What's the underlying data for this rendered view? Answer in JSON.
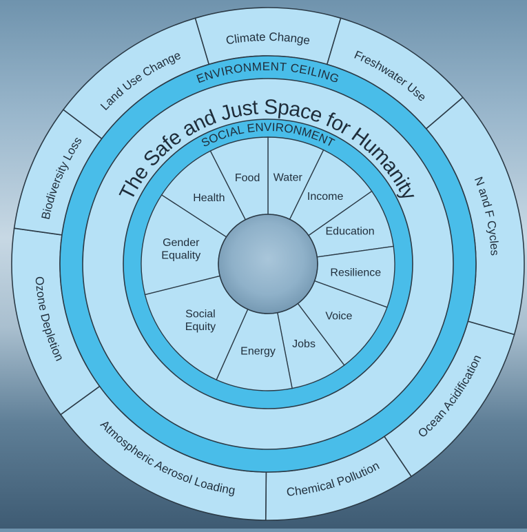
{
  "outer_ring": {
    "segments": [
      {
        "label": "Climate Change",
        "icon": "",
        "start": -16.5,
        "end": 16.5
      },
      {
        "label": "Freshwater Use",
        "icon": "",
        "start": 16.5,
        "end": 49.5
      },
      {
        "label": "N and F Cycles",
        "icon": "",
        "start": 49.5,
        "end": 106
      },
      {
        "label": "Ocean Acidification",
        "icon": "",
        "start": 106,
        "end": 146
      },
      {
        "label": "Chemical Pollution",
        "icon": "",
        "start": 146,
        "end": 180.5
      },
      {
        "label": "Atmospheric Aerosol Loading",
        "icon": "",
        "start": 180.5,
        "end": 234
      },
      {
        "label": "Ozone Depletion",
        "icon": "",
        "start": 234,
        "end": 278
      },
      {
        "label": "Biodiversity Loss",
        "icon": "",
        "start": 278,
        "end": 307
      },
      {
        "label": "Land Use Change",
        "icon": "",
        "start": 307,
        "end": 343.5
      }
    ]
  },
  "environment_ceiling": "ENVIRONMENT CEILING",
  "safe_space_title": "The Safe and Just Space for Humanity",
  "social_environment": "SOCIAL ENVIRONMENT",
  "social_foundation": {
    "sectors": [
      {
        "label": "Water",
        "start": 0,
        "end": 26
      },
      {
        "label": "Income",
        "start": 26,
        "end": 55
      },
      {
        "label": "Education",
        "start": 55,
        "end": 82
      },
      {
        "label": "Resilience",
        "start": 82,
        "end": 110
      },
      {
        "label": "Voice",
        "start": 110,
        "end": 143
      },
      {
        "label": "Jobs",
        "start": 143,
        "end": 169
      },
      {
        "label": "Energy",
        "start": 169,
        "end": 204
      },
      {
        "label": "Social Equity",
        "start": 204,
        "end": 256
      },
      {
        "label": "Gender Equality",
        "start": 256,
        "end": 303
      },
      {
        "label": "Health",
        "start": 303,
        "end": 333
      },
      {
        "label": "Food",
        "start": 333,
        "end": 360
      }
    ]
  },
  "colors": {
    "outer_band": "#b6e1f6",
    "ceiling_band": "#49bde9",
    "safe_space": "#b6e1f6",
    "social_band": "#49bde9",
    "inner_wheel": "#b6e1f6",
    "stroke": "#2b3a46"
  }
}
